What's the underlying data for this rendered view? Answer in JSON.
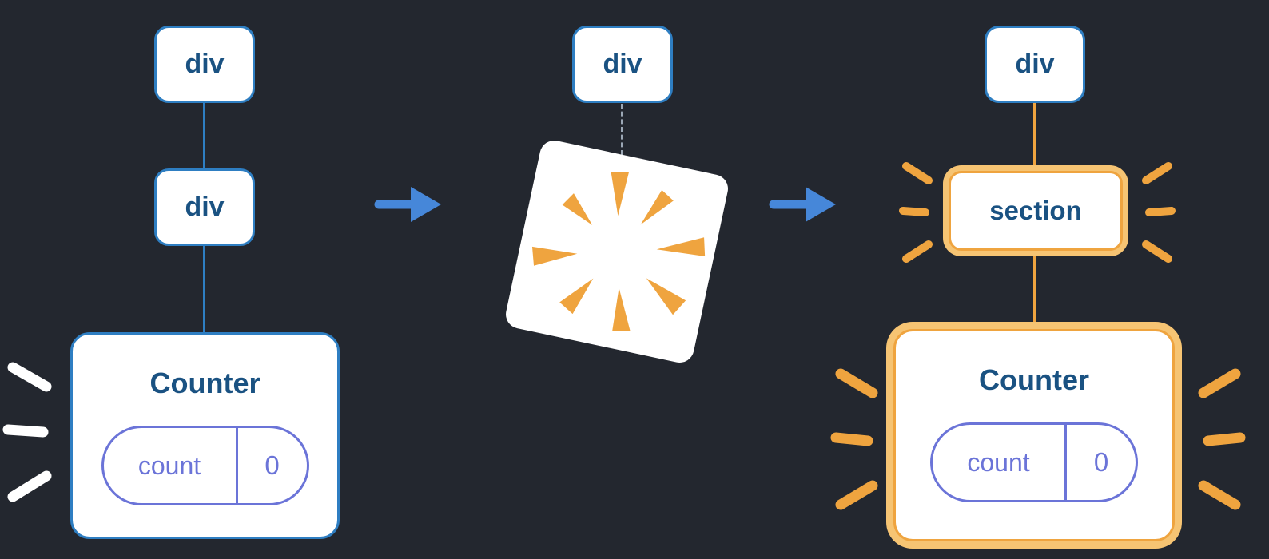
{
  "panels": {
    "before": {
      "nodes": [
        {
          "label": "div"
        },
        {
          "label": "div"
        }
      ],
      "component": {
        "title": "Counter",
        "state_key": "count",
        "state_value": "0"
      }
    },
    "transition": {
      "node": {
        "label": "div"
      }
    },
    "after": {
      "nodes": [
        {
          "label": "div"
        },
        {
          "label": "section"
        }
      ],
      "component": {
        "title": "Counter",
        "state_key": "count",
        "state_value": "0"
      }
    }
  },
  "icons": {
    "arrow": "arrow-right",
    "explosion": "poof-burst",
    "emphasis": "emphasis-dashes"
  },
  "colors": {
    "background": "#23272f",
    "node_fill": "#ffffff",
    "node_border_blue": "#2e7ec2",
    "label_text_blue": "#1a5282",
    "arrow_blue": "#4687d9",
    "state_pill_purple": "#6b74d8",
    "highlight_orange": "#efa43f",
    "highlight_orange_ring": "#f6c473",
    "dashed_edge_gray": "#9ba7b5",
    "burst_white": "#ffffff"
  }
}
